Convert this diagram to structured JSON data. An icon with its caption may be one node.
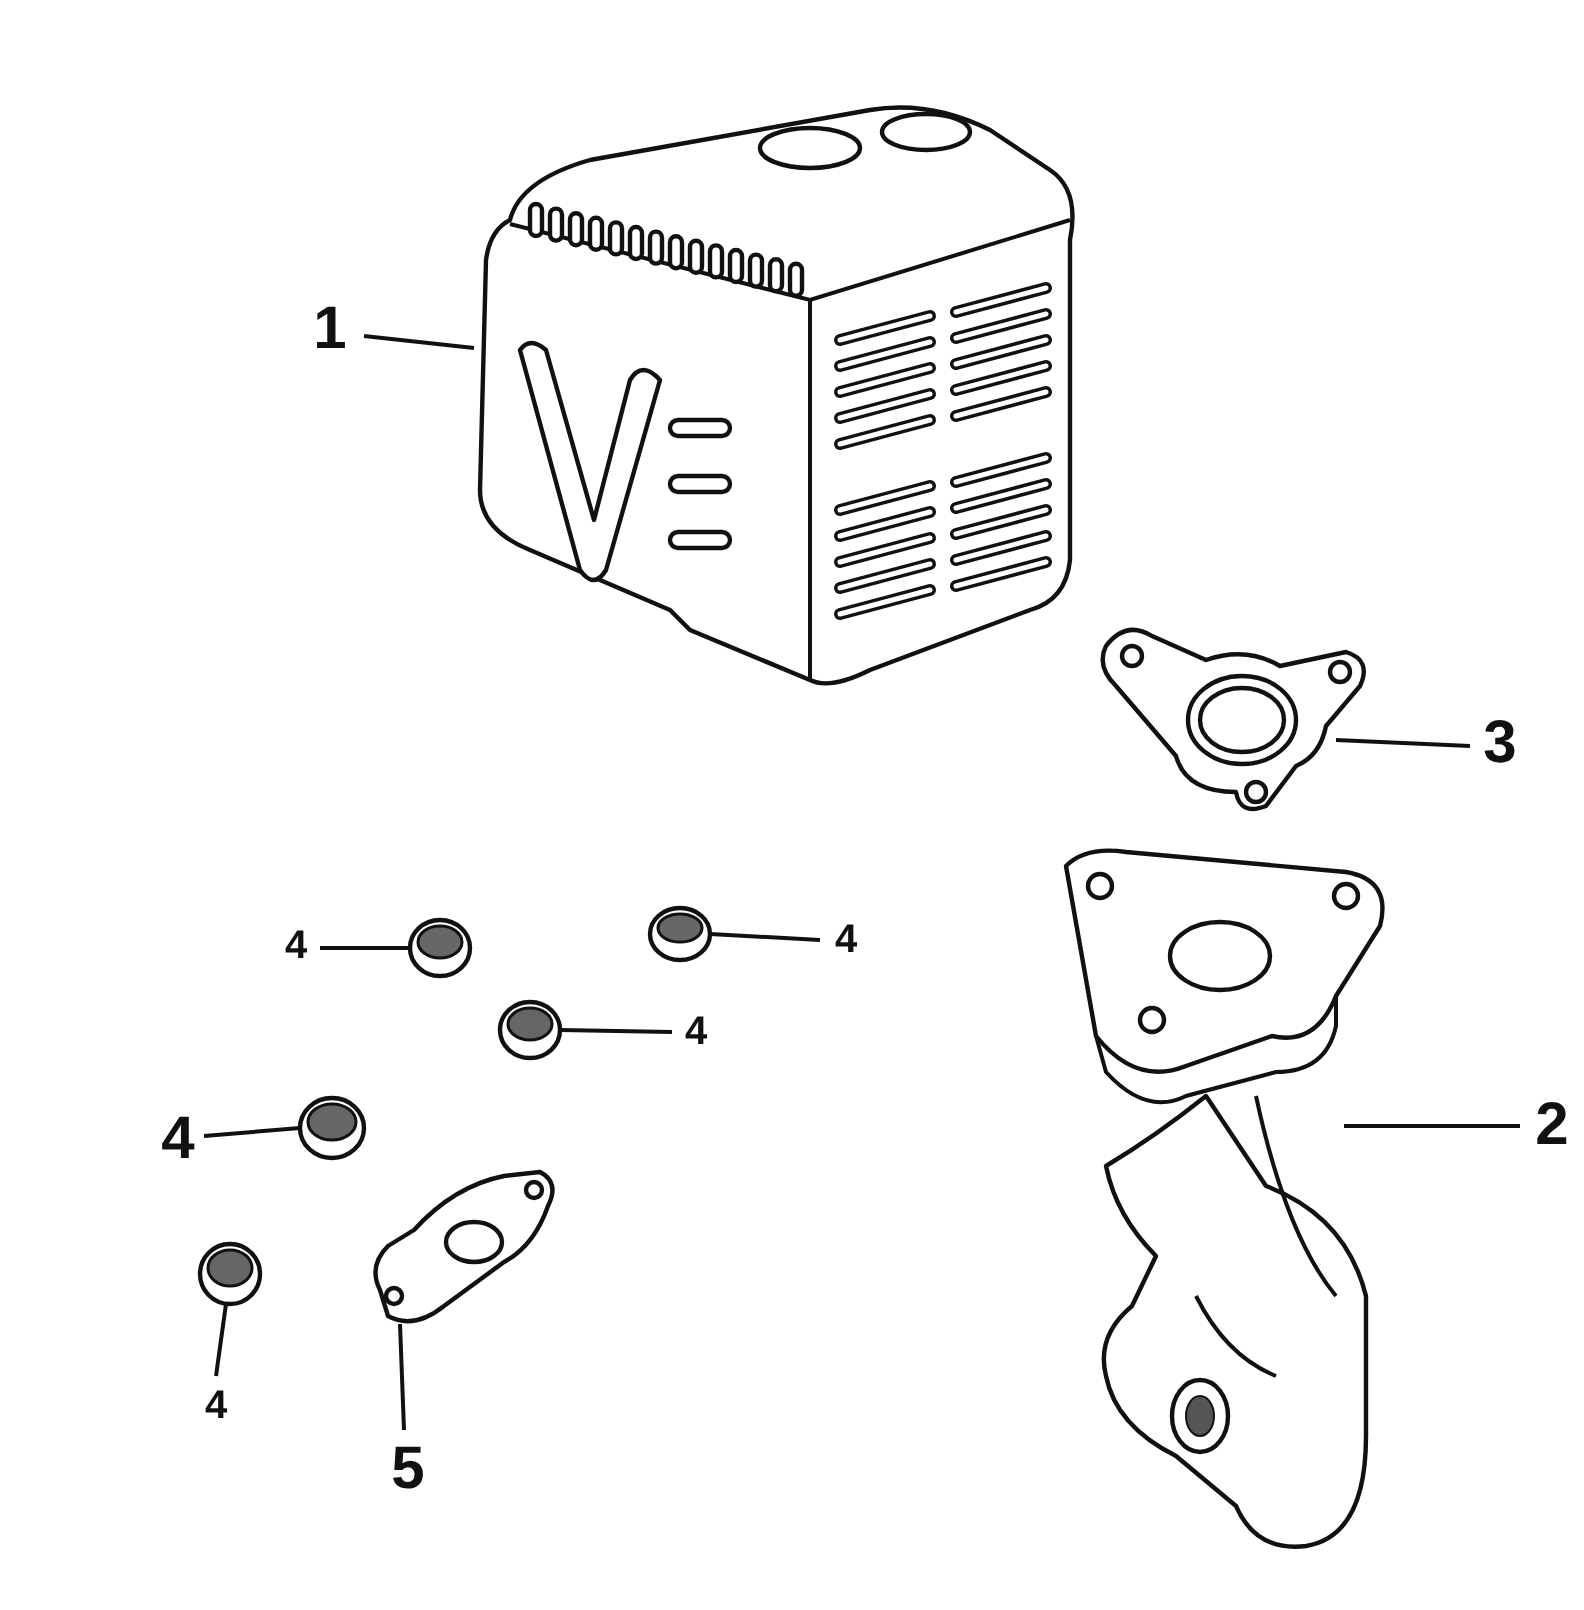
{
  "diagram": {
    "nodes": [
      {
        "text": [
          "1"
        ]
      },
      {
        "text": [],
        "shape": "picture"
      },
      {
        "text": [
          "3"
        ]
      },
      {
        "text": [],
        "shape": "picture"
      },
      {
        "text": [
          "4"
        ]
      },
      {
        "text": [],
        "shape": "picture"
      },
      {
        "text": [
          "4"
        ]
      },
      {
        "text": [],
        "shape": "picture"
      },
      {
        "text": [
          "4"
        ]
      },
      {
        "text": [],
        "shape": "picture"
      },
      {
        "text": [
          "4"
        ]
      },
      {
        "text": [],
        "shape": "picture"
      },
      {
        "text": [
          "2"
        ]
      },
      {
        "text": [],
        "shape": "picture"
      },
      {
        "text": [],
        "shape": "picture"
      },
      {
        "text": [
          "4"
        ]
      },
      {
        "text": [],
        "shape": "picture"
      },
      {
        "text": [
          "5"
        ]
      }
    ],
    "edges": [
      {
        "from": 0,
        "to": 1,
        "arrow": "none"
      },
      {
        "from": 2,
        "to": 3,
        "arrow": "none"
      },
      {
        "from": 4,
        "to": 5,
        "arrow": "none"
      },
      {
        "from": 6,
        "to": 7,
        "arrow": "none"
      },
      {
        "from": 8,
        "to": 9,
        "arrow": "none"
      },
      {
        "from": 10,
        "to": 11,
        "arrow": "none"
      },
      {
        "from": 12,
        "to": 13,
        "arrow": "none"
      },
      {
        "from": 15,
        "to": 16,
        "arrow": "none"
      },
      {
        "from": 17,
        "to": 14,
        "arrow": "none"
      }
    ]
  }
}
